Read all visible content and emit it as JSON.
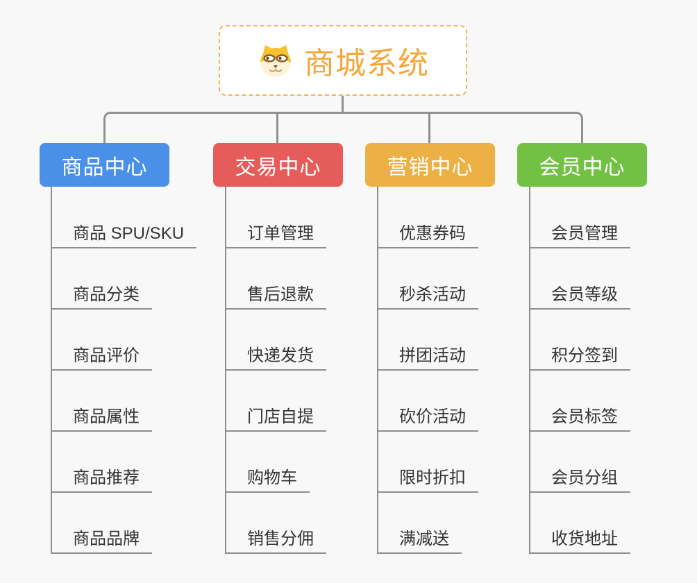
{
  "canvas": {
    "background": "#f8f8f8"
  },
  "root": {
    "label": "商城系统",
    "icon": "shiba-dog-icon",
    "text_color": "#f5a73c",
    "border_color": "#f6b254",
    "background": "#ffffff"
  },
  "connector": {
    "color": "#909090"
  },
  "leaf_style": {
    "line_color": "#8e8e8e",
    "text_color": "#333333"
  },
  "branches": [
    {
      "label": "商品中心",
      "color": "#4a8fe8",
      "items": [
        "商品 SPU/SKU",
        "商品分类",
        "商品评价",
        "商品属性",
        "商品推荐",
        "商品品牌"
      ]
    },
    {
      "label": "交易中心",
      "color": "#e65c5b",
      "items": [
        "订单管理",
        "售后退款",
        "快递发货",
        "门店自提",
        "购物车",
        "销售分佣"
      ]
    },
    {
      "label": "营销中心",
      "color": "#edb044",
      "items": [
        "优惠券码",
        "秒杀活动",
        "拼团活动",
        "砍价活动",
        "限时折扣",
        "满减送"
      ]
    },
    {
      "label": "会员中心",
      "color": "#73c144",
      "items": [
        "会员管理",
        "会员等级",
        "积分签到",
        "会员标签",
        "会员分组",
        "收货地址"
      ]
    }
  ]
}
